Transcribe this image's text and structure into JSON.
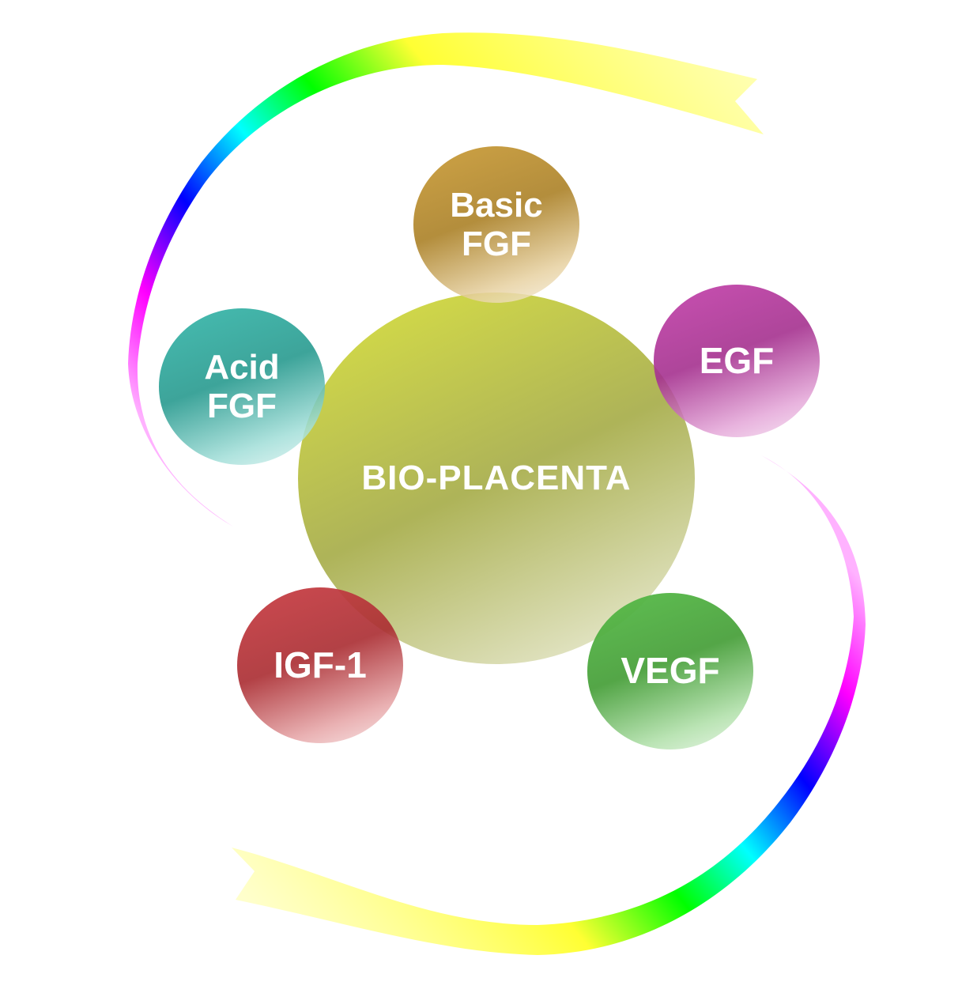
{
  "center": {
    "label": "BIO-PLACENTA",
    "color_light": "#d8e03a",
    "color_dark": "#a7ad4a"
  },
  "factors": [
    {
      "id": "basic-fgf",
      "label": "Basic\nFGF",
      "color": "#c9982e"
    },
    {
      "id": "acid-fgf",
      "label": "Acid\nFGF",
      "color": "#2fb5a8"
    },
    {
      "id": "egf",
      "label": "EGF",
      "color": "#c23aa8"
    },
    {
      "id": "igf-1",
      "label": "IGF-1",
      "color": "#c8343a"
    },
    {
      "id": "vegf",
      "label": "VEGF",
      "color": "#4cb83c"
    }
  ],
  "ribbon_colors": [
    "#ffff99",
    "#ffff33",
    "#00ff00",
    "#00ffff",
    "#0000ff",
    "#ff00ff"
  ]
}
